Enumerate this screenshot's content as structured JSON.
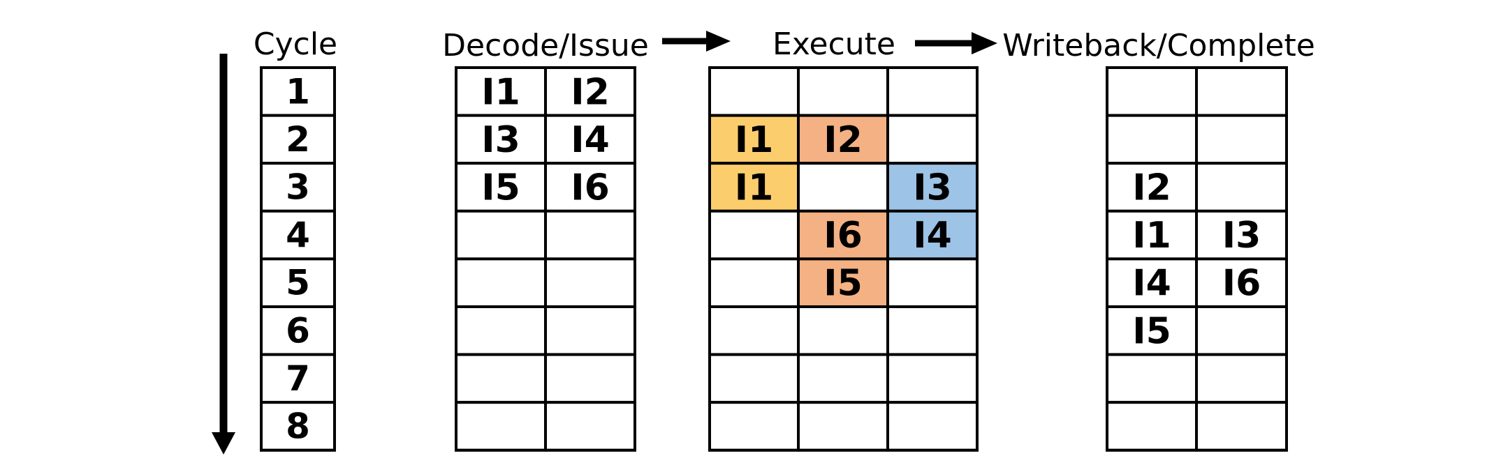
{
  "headers": {
    "cycle": "Cycle",
    "decode": "Decode/Issue",
    "execute": "Execute",
    "writeback": "Writeback/Complete"
  },
  "colors": {
    "orange_light": "#FCCD6C",
    "salmon": "#F4B183",
    "blue": "#9DC3E6",
    "border": "#000000"
  },
  "cycles": [
    "1",
    "2",
    "3",
    "4",
    "5",
    "6",
    "7",
    "8"
  ],
  "decode_issue": [
    [
      "I1",
      "I2"
    ],
    [
      "I3",
      "I4"
    ],
    [
      "I5",
      "I6"
    ],
    [
      "",
      ""
    ],
    [
      "",
      ""
    ],
    [
      "",
      ""
    ],
    [
      "",
      ""
    ],
    [
      "",
      ""
    ]
  ],
  "execute": [
    [
      {
        "t": "",
        "c": ""
      },
      {
        "t": "",
        "c": ""
      },
      {
        "t": "",
        "c": ""
      }
    ],
    [
      {
        "t": "I1",
        "c": "orange_light"
      },
      {
        "t": "I2",
        "c": "salmon"
      },
      {
        "t": "",
        "c": ""
      }
    ],
    [
      {
        "t": "I1",
        "c": "orange_light"
      },
      {
        "t": "",
        "c": ""
      },
      {
        "t": "I3",
        "c": "blue"
      }
    ],
    [
      {
        "t": "",
        "c": ""
      },
      {
        "t": "I6",
        "c": "salmon"
      },
      {
        "t": "I4",
        "c": "blue"
      }
    ],
    [
      {
        "t": "",
        "c": ""
      },
      {
        "t": "I5",
        "c": "salmon"
      },
      {
        "t": "",
        "c": ""
      }
    ],
    [
      {
        "t": "",
        "c": ""
      },
      {
        "t": "",
        "c": ""
      },
      {
        "t": "",
        "c": ""
      }
    ],
    [
      {
        "t": "",
        "c": ""
      },
      {
        "t": "",
        "c": ""
      },
      {
        "t": "",
        "c": ""
      }
    ],
    [
      {
        "t": "",
        "c": ""
      },
      {
        "t": "",
        "c": ""
      },
      {
        "t": "",
        "c": ""
      }
    ]
  ],
  "writeback_complete": [
    [
      "",
      ""
    ],
    [
      "",
      ""
    ],
    [
      "I2",
      ""
    ],
    [
      "I1",
      "I3"
    ],
    [
      "I4",
      "I6"
    ],
    [
      "I5",
      ""
    ],
    [
      "",
      ""
    ],
    [
      "",
      ""
    ]
  ]
}
